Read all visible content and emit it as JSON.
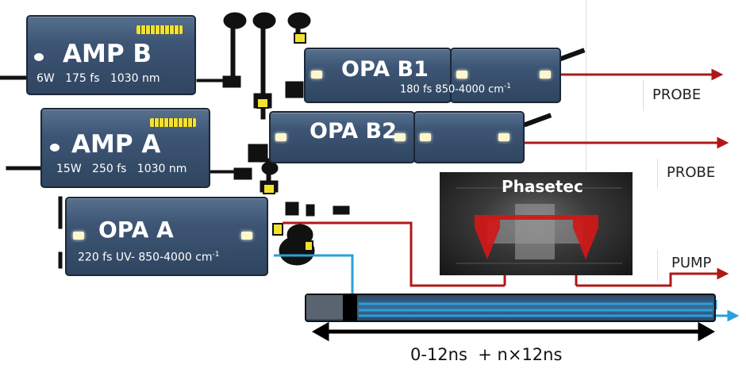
{
  "amp_b": {
    "name": "AMP B",
    "power": "6W",
    "pulse": "175 fs",
    "wavelength": "1030 nm"
  },
  "amp_a": {
    "name": "AMP A",
    "power": "15W",
    "pulse": "250 fs",
    "wavelength": "1030 nm"
  },
  "opa_b1": {
    "name": "OPA B1",
    "spec": "180 fs  850-4000 cm"
  },
  "opa_b2": {
    "name": "OPA B2"
  },
  "opa_a": {
    "name": "OPA A",
    "spec": "220 fs UV- 850-4000 cm"
  },
  "wavenumber_exp": "-1",
  "phasetec": {
    "name": "Phasetec"
  },
  "beams": {
    "probe1": "PROBE",
    "probe2": "PROBE",
    "pump": "PUMP"
  },
  "delay": {
    "label": "0-12ns  + n×12ns"
  },
  "colors": {
    "box": "#3d5574",
    "probe_beam": "#b01818",
    "pump_beam": "#2aa0dc",
    "accent": "#f2e230"
  }
}
